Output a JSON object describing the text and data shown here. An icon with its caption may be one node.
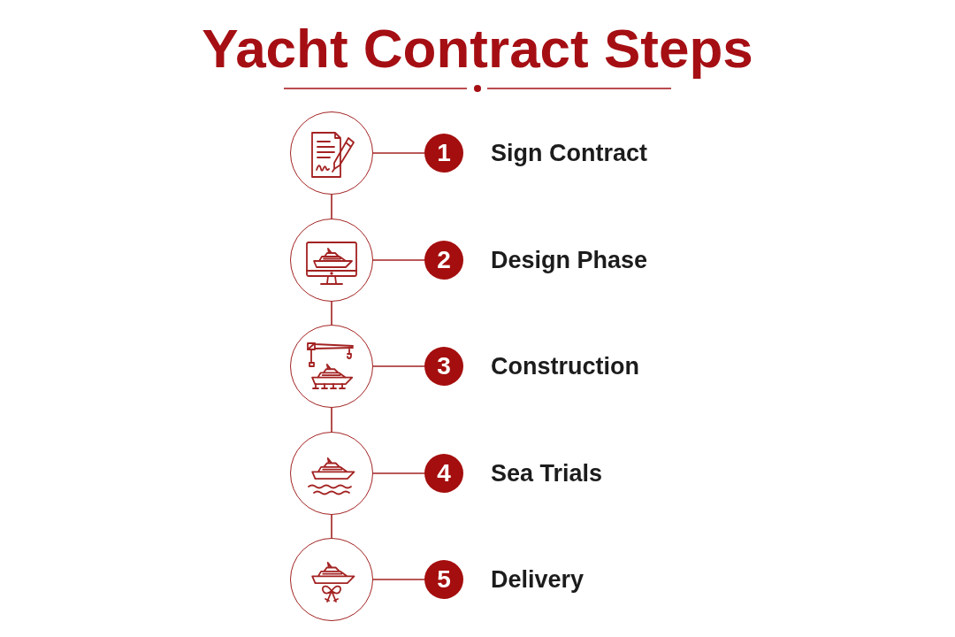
{
  "diagram": {
    "title": "Yacht Contract Steps",
    "nodes": [
      {
        "text": [],
        "shape": "circle"
      },
      {
        "text": [
          "1"
        ],
        "beside": [
          "Sign Contract"
        ]
      },
      {
        "text": [],
        "shape": "circle"
      },
      {
        "text": [
          "2"
        ],
        "beside": [
          "Design Phase"
        ]
      },
      {
        "text": [],
        "shape": "circle"
      },
      {
        "text": [
          "3"
        ],
        "beside": [
          "Construction"
        ]
      },
      {
        "text": [],
        "shape": "circle"
      },
      {
        "text": [
          "4"
        ],
        "beside": [
          "Sea Trials"
        ]
      },
      {
        "text": [],
        "shape": "circle"
      },
      {
        "text": [
          "5"
        ],
        "beside": [
          "Delivery"
        ]
      }
    ],
    "edges": [
      {
        "from": 0,
        "to": 1,
        "arrow": "none"
      },
      {
        "from": 0,
        "to": 2,
        "arrow": "none"
      },
      {
        "from": 2,
        "to": 3,
        "arrow": "none"
      },
      {
        "from": 2,
        "to": 4,
        "arrow": "none"
      },
      {
        "from": 4,
        "to": 5,
        "arrow": "none"
      },
      {
        "from": 4,
        "to": 6,
        "arrow": "none"
      },
      {
        "from": 6,
        "to": 7,
        "arrow": "none"
      },
      {
        "from": 6,
        "to": 8,
        "arrow": "none"
      },
      {
        "from": 8,
        "to": 9,
        "arrow": "none"
      }
    ]
  }
}
